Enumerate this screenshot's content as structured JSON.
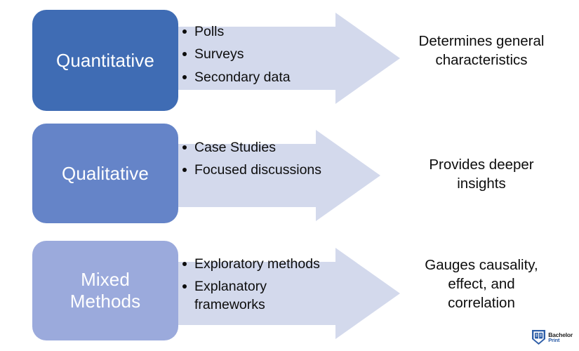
{
  "theme": {
    "background": "#ffffff",
    "arrow_fill": "#d3d9ec",
    "text_color": "#0d0d0d",
    "box_label_color": "#ffffff"
  },
  "rows": [
    {
      "category": "Quantitative",
      "box_color": "#3f6cb4",
      "bullets": [
        "Polls",
        "Surveys",
        "Secondary data"
      ],
      "outcome": "Determines general\ncharacteristics"
    },
    {
      "category": "Qualitative",
      "box_color": "#6584c8",
      "bullets": [
        "Case Studies",
        "Focused discussions"
      ],
      "outcome": "Provides deeper\ninsights"
    },
    {
      "category": "Mixed\nMethods",
      "box_color": "#9baadc",
      "bullets": [
        "Exploratory methods",
        "Explanatory\nframeworks"
      ],
      "outcome": "Gauges causality,\neffect, and\ncorrelation"
    }
  ],
  "logo": {
    "icon": "shield-book-icon",
    "line1": "Bachelor",
    "line2": "Print"
  }
}
